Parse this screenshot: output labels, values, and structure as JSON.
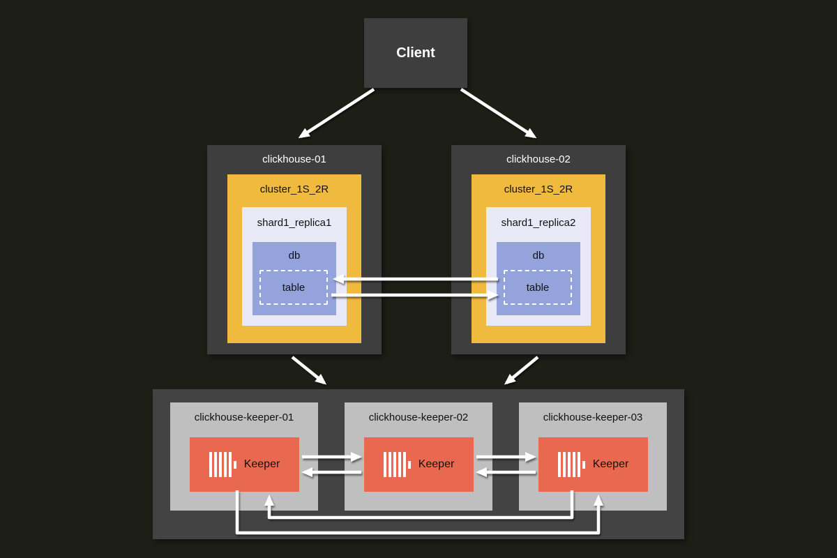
{
  "colors": {
    "background": "#1d1f17",
    "node_dark": "#3e3e3e",
    "cluster_yellow": "#efba3d",
    "replica_light": "#eae9f7",
    "db_blue": "#94a3db",
    "keeper_container": "#434343",
    "keeper_node_gray": "#bfbfbf",
    "keeper_accent_red": "#e8694f",
    "arrow": "#ffffff"
  },
  "client": {
    "label": "Client"
  },
  "servers": [
    {
      "host": "clickhouse-01",
      "cluster": "cluster_1S_2R",
      "replica": "shard1_replica1",
      "db": "db",
      "table": "table"
    },
    {
      "host": "clickhouse-02",
      "cluster": "cluster_1S_2R",
      "replica": "shard1_replica2",
      "db": "db",
      "table": "table"
    }
  ],
  "keepers": [
    {
      "host": "clickhouse-keeper-01",
      "service": "Keeper"
    },
    {
      "host": "clickhouse-keeper-02",
      "service": "Keeper"
    },
    {
      "host": "clickhouse-keeper-03",
      "service": "Keeper"
    }
  ]
}
